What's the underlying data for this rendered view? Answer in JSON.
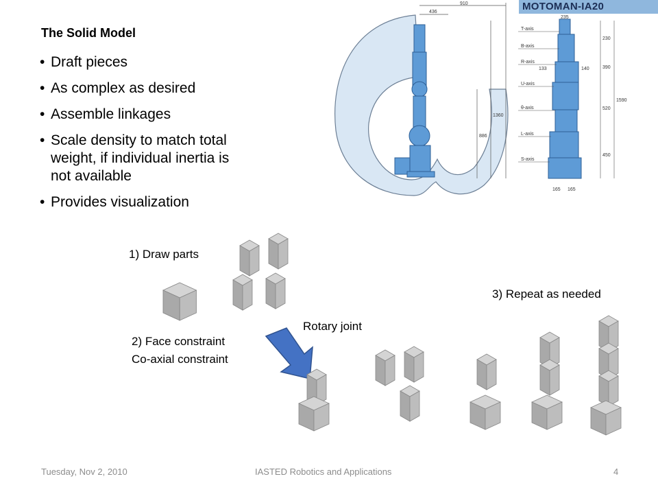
{
  "title": "The Solid Model",
  "bullets": [
    "Draft pieces",
    "As complex as desired",
    "Assemble linkages",
    "Scale density to match total weight, if individual inertia is not available",
    "Provides visualization"
  ],
  "steps": {
    "draw_parts": "1) Draw parts",
    "face_constraint": "2) Face constraint",
    "coaxial_constraint": "Co-axial constraint",
    "rotary_joint": "Rotary joint",
    "repeat": "3) Repeat as needed"
  },
  "robot_diagram": {
    "brand": "MOTOMAN-IA20",
    "dims_side": [
      "910",
      "436",
      "1360",
      "886"
    ],
    "dims_front": [
      "235",
      "230",
      "390",
      "520",
      "1590",
      "450",
      "133",
      "140",
      "165",
      "165"
    ],
    "axes": [
      "T-axis",
      "B-axis",
      "R-axis",
      "U-axis",
      "θ-axis",
      "L-axis",
      "S-axis"
    ]
  },
  "footer": {
    "date": "Tuesday, Nov 2, 2010",
    "conference": "IASTED Robotics and Applications",
    "page": "4"
  },
  "colors": {
    "workspace_fill": "#d9e7f4",
    "robot_blue": "#5e9bd6",
    "arrow_fill": "#4472c4",
    "block_gray": "#b6b6b6"
  }
}
